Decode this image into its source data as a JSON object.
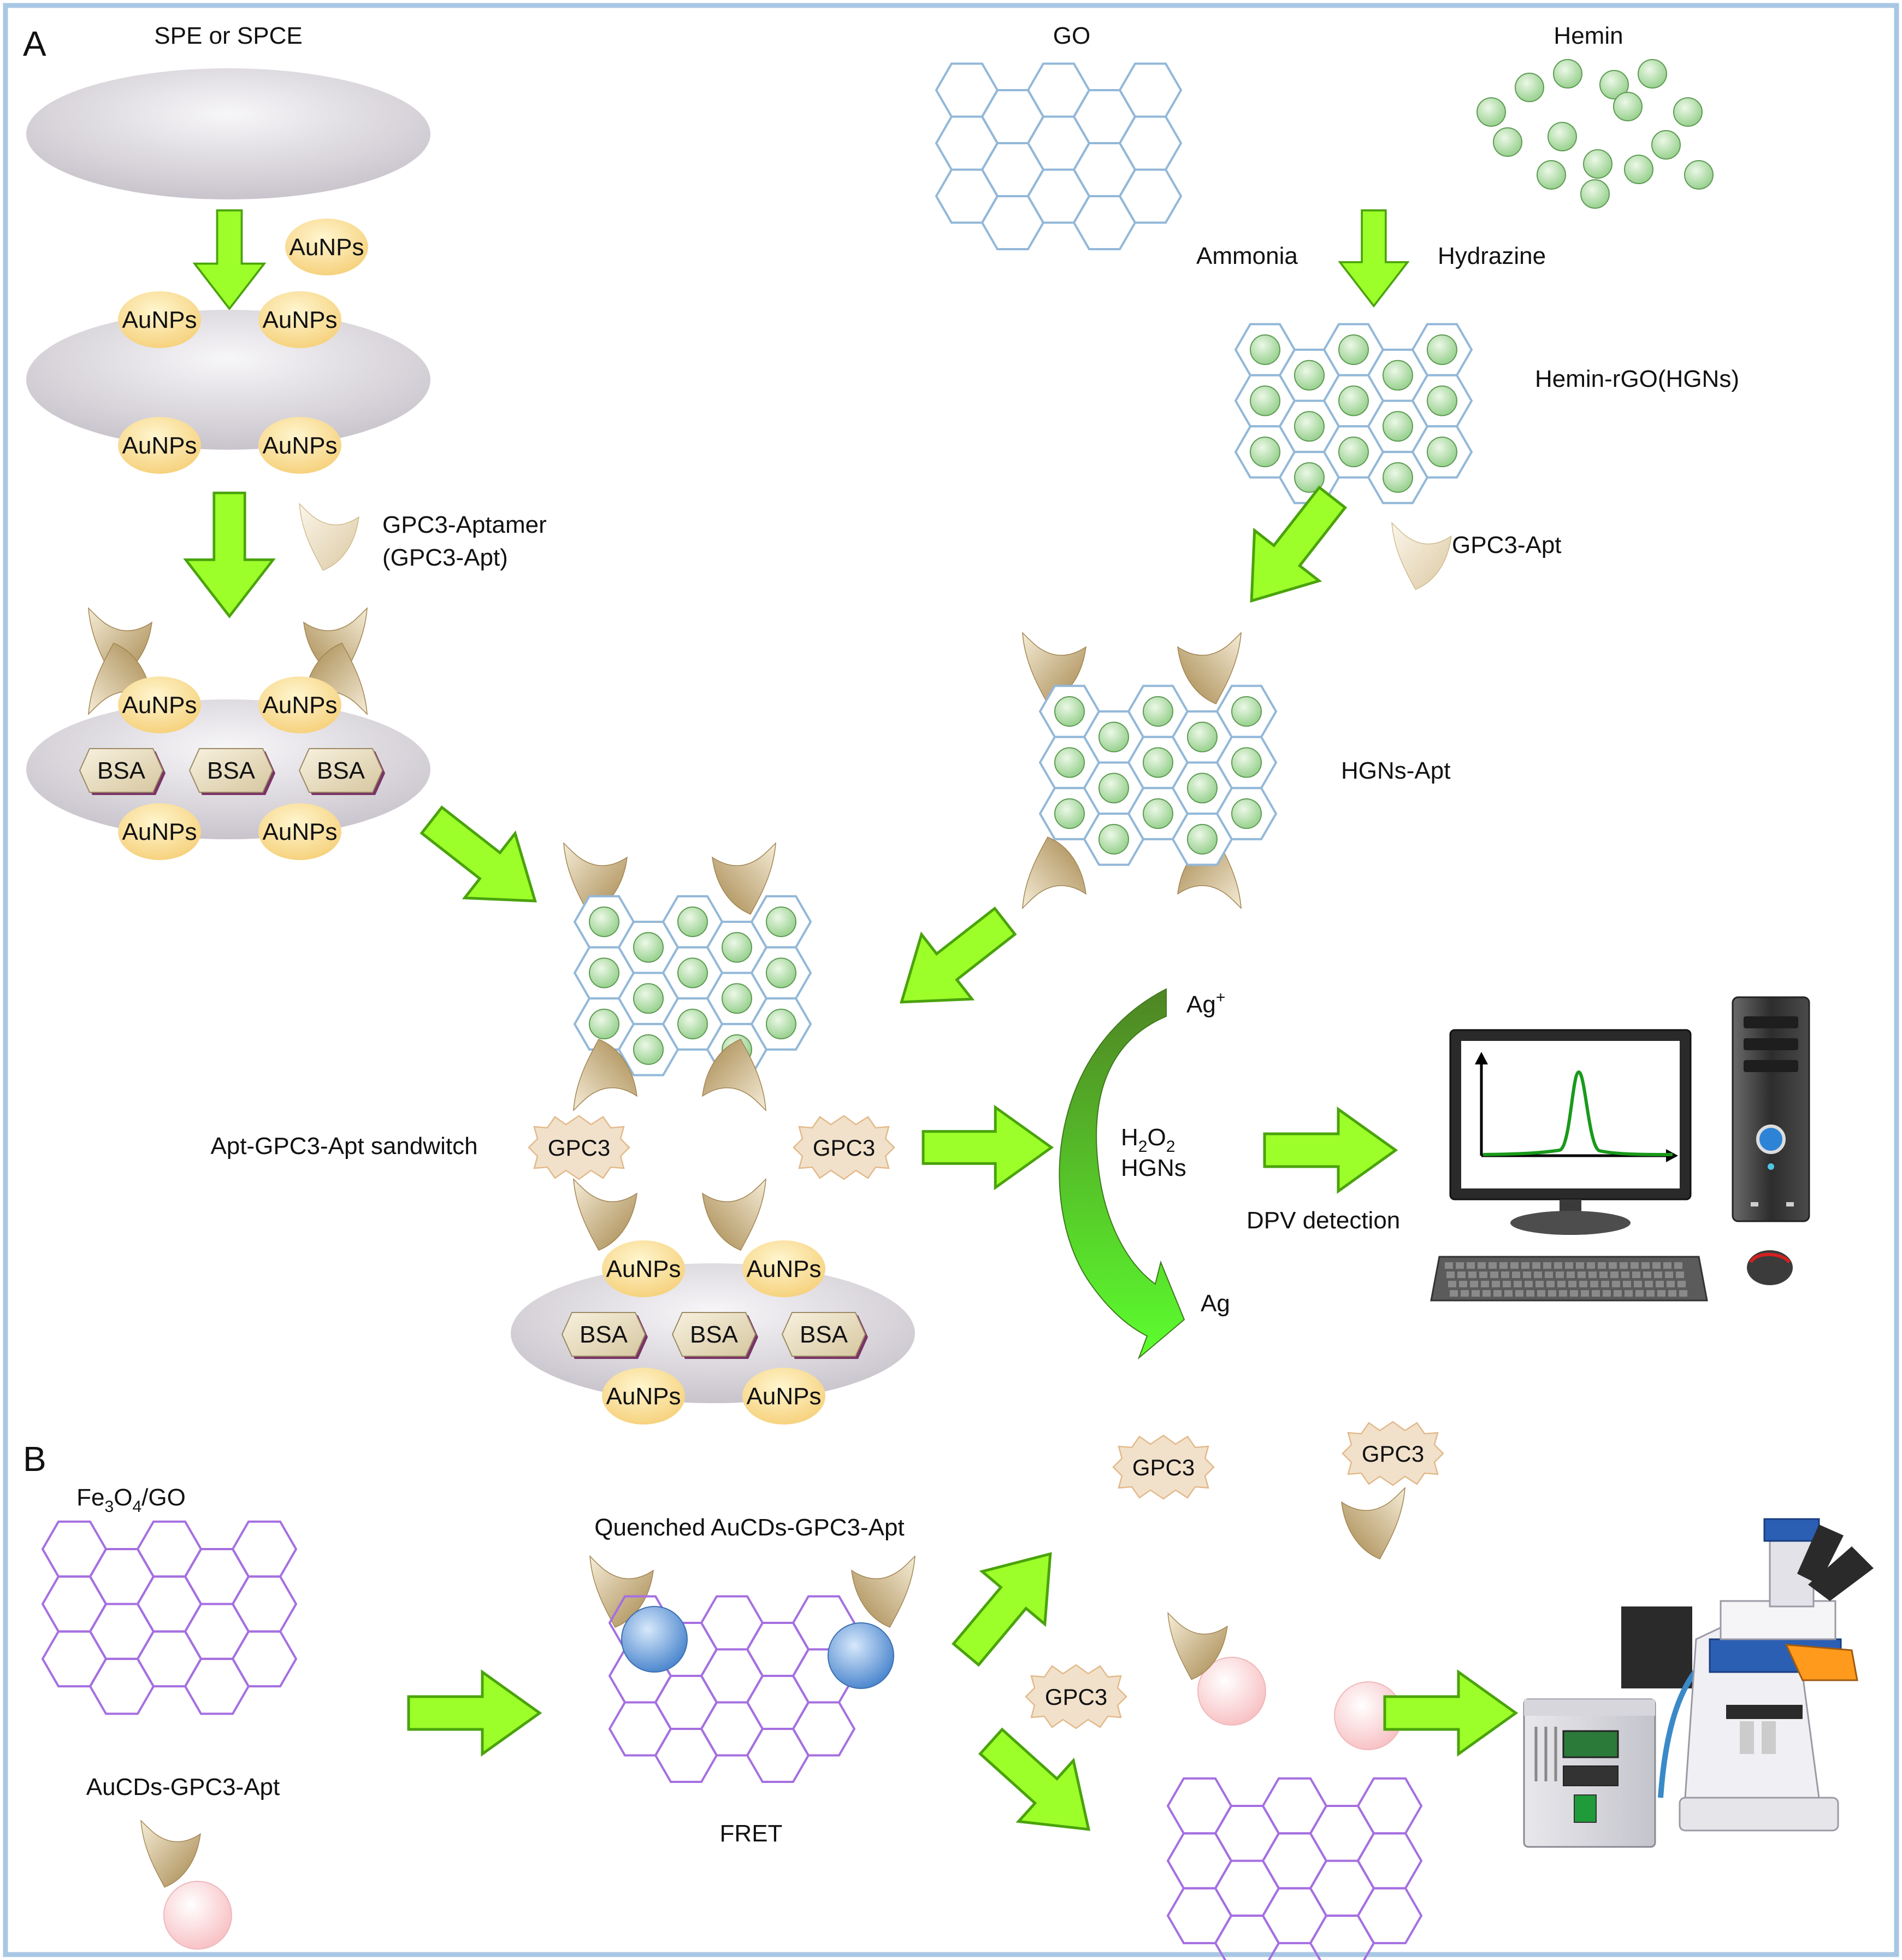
{
  "panels": {
    "a": "A",
    "b": "B"
  },
  "labels": {
    "spe": "SPE or SPCE",
    "go": "GO",
    "hemin": "Hemin",
    "ammonia": "Ammonia",
    "hydrazine": "Hydrazine",
    "hemin_rgo": "Hemin-rGO(HGNs)",
    "gpc3_aptamer": "GPC3-Aptamer",
    "gpc3_apt_paren": "(GPC3-Apt)",
    "gpc3_apt": "GPC3-Apt",
    "hgns_apt": "HGNs-Apt",
    "sandwich": "Apt-GPC3-Apt sandwitch",
    "ag_plus": "Ag",
    "ag_plus_sup": "+",
    "h2o2_h": "H",
    "h2o2_sub1": "2",
    "h2o2_o": "O",
    "h2o2_sub2": "2",
    "hgns": "HGNs",
    "ag": "Ag",
    "dpv": "DPV detection",
    "fe3o4_fe": "Fe",
    "fe3o4_sub1": "3",
    "fe3o4_o": "O",
    "fe3o4_sub2": "4",
    "fe3o4_go": "/GO",
    "quenched": "Quenched AuCDs-GPC3-Apt",
    "fret": "FRET",
    "aucds": "AuCDs-GPC3-Apt"
  },
  "tags": {
    "aunps": "AuNPs",
    "bsa": "BSA",
    "gpc3": "GPC3"
  },
  "colors": {
    "frame": "#a9c7e4",
    "arrow_fill": "#9dff2a",
    "arrow_stroke": "#4aa30c",
    "go_sheet": "#93b8d8",
    "fe3o4_sheet": "#a56fe0",
    "hemin_bead": "#b7deb1",
    "aunp": "#fbe4a0",
    "electrode": "#dedbe0",
    "aptamer": "#b59d6c",
    "gpc3": "#f1e1cb",
    "aucd": "#fde3e4",
    "quenched_aucd": "#84aee0",
    "dpv_curve": "#1a9a1a",
    "ag_arrow_dark": "#4f8424",
    "ag_arrow_light": "#5cff2e"
  },
  "icons": [
    "computer-icon",
    "microscope-icon",
    "block-arrow-icon",
    "aptamer-icon"
  ]
}
